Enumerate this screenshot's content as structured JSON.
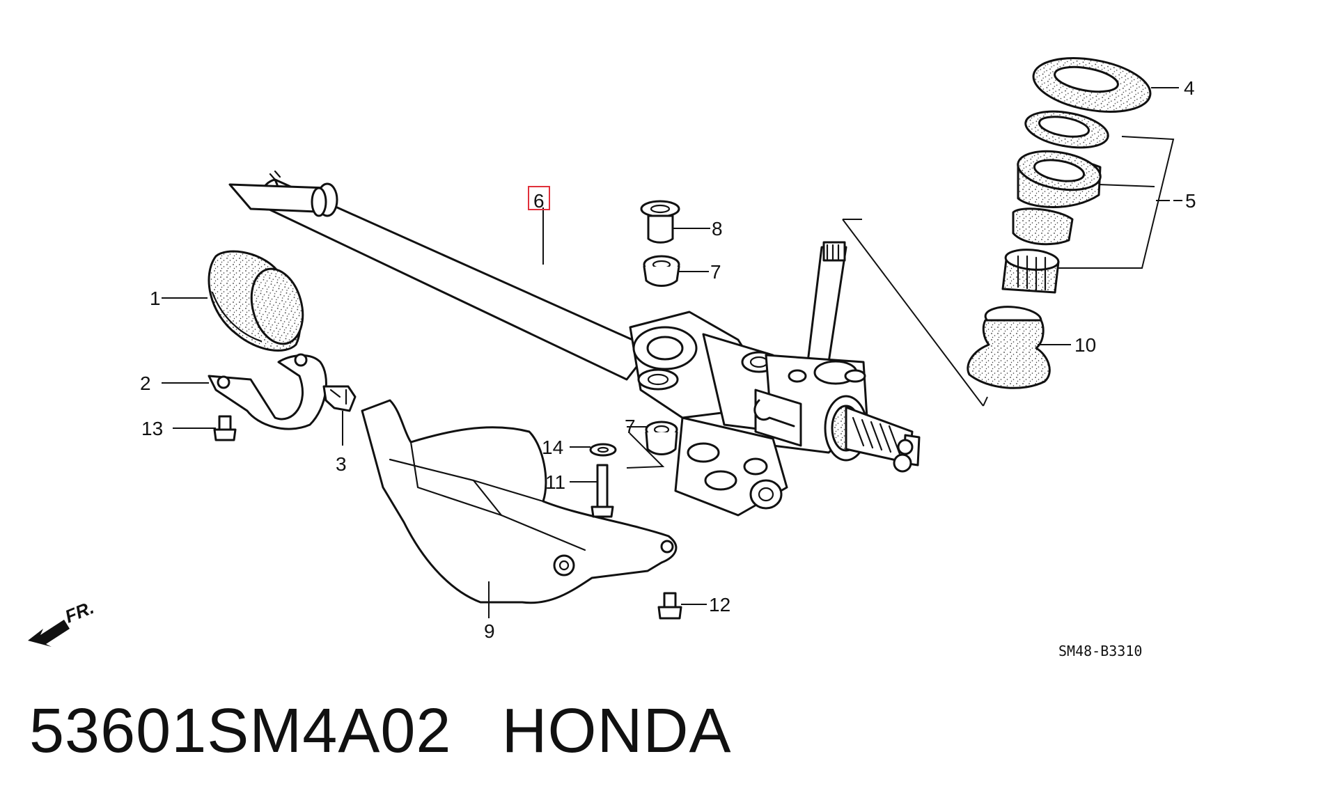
{
  "diagram_code": "SM48-B3310",
  "direction_label": "FR.",
  "highlighted_part": "6",
  "callouts": {
    "c1": "1",
    "c2": "2",
    "c3": "3",
    "c4": "4",
    "c5": "5",
    "c6": "6",
    "c7a": "7",
    "c7b": "7",
    "c8": "8",
    "c9": "9",
    "c10": "10",
    "c11": "11",
    "c12": "12",
    "c13": "13",
    "c14": "14"
  },
  "footer": {
    "part_number": "53601SM4A02",
    "brand": "HONDA"
  }
}
